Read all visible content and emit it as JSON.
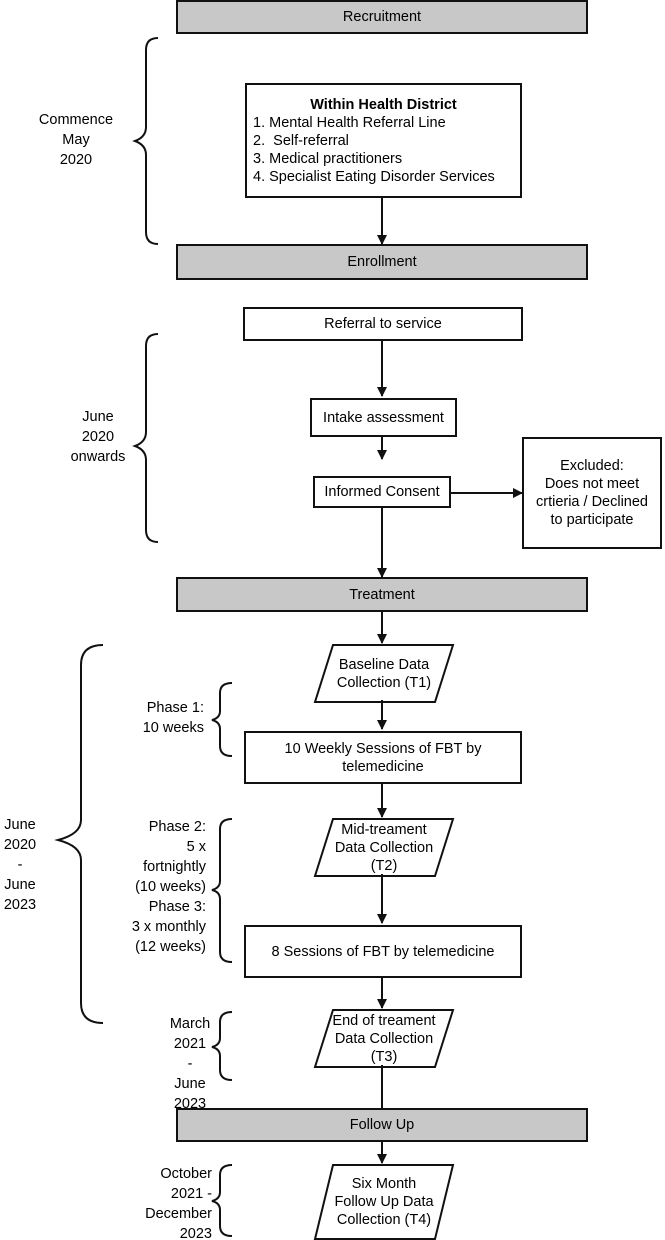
{
  "phases": {
    "recruitment": "Recruitment",
    "enrollment": "Enrollment",
    "treatment": "Treatment",
    "follow_up": "Follow Up"
  },
  "recruitment_box": {
    "title": "Within Health District",
    "items": [
      "1. Mental Health Referral Line",
      "2.  Self-referral",
      "3. Medical practitioners",
      "4. Specialist Eating Disorder Services"
    ]
  },
  "enrollment_steps": {
    "referral": "Referral to service",
    "intake": "Intake assessment",
    "consent": "Informed Consent",
    "excluded": "Excluded:\nDoes not meet\ncrtieria / Declined\nto participate"
  },
  "treatment_steps": {
    "baseline": "Baseline Data\nCollection (T1)",
    "weekly_sessions": "10 Weekly Sessions of FBT by\ntelemedicine",
    "mid_treatment": "Mid-treament\nData Collection\n(T2)",
    "fbt_sessions": "8 Sessions of FBT by telemedicine",
    "end_treatment": "End of treament\nData Collection\n(T3)"
  },
  "follow_up_steps": {
    "six_month": "Six Month\nFollow Up Data\nCollection (T4)"
  },
  "timeline_labels": {
    "recruitment": "Commence\nMay\n2020",
    "enrollment": "June\n2020\nonwards",
    "treatment": "June\n2020\n-\nJune\n2023",
    "phase1": "Phase 1:\n10 weeks",
    "phase23": "Phase 2:\n5 x\nfortnightly\n(10 weeks)\nPhase 3:\n3  x monthly\n(12 weeks)",
    "end_treatment": "March\n2021\n-\nJune\n2023",
    "follow_up": "October\n2021 -\nDecember\n2023"
  },
  "colors": {
    "phase_fill": "#c8c8c8",
    "line": "#111111"
  }
}
